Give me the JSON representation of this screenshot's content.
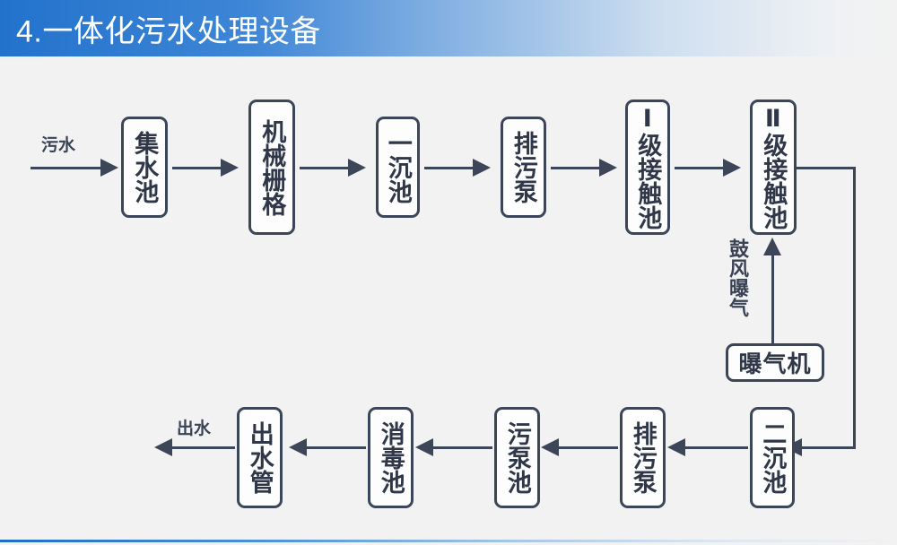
{
  "header": {
    "title": "4.一体化污水处理设备",
    "accent_color": "#2272cc",
    "gradient_end_color": "#f2f2f2"
  },
  "canvas": {
    "background_color": "#f2f2f2",
    "stroke_color": "#3d4659",
    "node_fill_color": "#fdfdfd"
  },
  "diagram": {
    "type": "process-flow",
    "orientation": "serpentine-two-rows",
    "inlet_label": "污水",
    "outlet_label": "出水",
    "aeration_label": "鼓风曝气",
    "row1": [
      {
        "id": "node-jishuichi",
        "label": "集水池",
        "text_direction": "vertical"
      },
      {
        "id": "node-jixieshange",
        "label": "机械栅格",
        "text_direction": "vertical"
      },
      {
        "id": "node-yichenchi",
        "label": "一沉池",
        "text_direction": "vertical"
      },
      {
        "id": "node-paiwubeng-1",
        "label": "排污泵",
        "text_direction": "vertical"
      },
      {
        "id": "node-jiechuchi-1",
        "label": "Ⅰ级接触池",
        "text_direction": "vertical"
      },
      {
        "id": "node-jiechuchi-2",
        "label": "Ⅱ级接触池",
        "text_direction": "vertical"
      }
    ],
    "row2": [
      {
        "id": "node-erchenchi",
        "label": "二沉池",
        "text_direction": "vertical"
      },
      {
        "id": "node-paiwubeng-2",
        "label": "排污泵",
        "text_direction": "vertical"
      },
      {
        "id": "node-wubengchi",
        "label": "污泵池",
        "text_direction": "vertical"
      },
      {
        "id": "node-xiaoduchi",
        "label": "消毒池",
        "text_direction": "vertical"
      },
      {
        "id": "node-chushuiguan",
        "label": "出水管",
        "text_direction": "vertical"
      }
    ],
    "aux": [
      {
        "id": "node-puqiji",
        "label": "曝气机",
        "text_direction": "horizontal"
      }
    ]
  }
}
